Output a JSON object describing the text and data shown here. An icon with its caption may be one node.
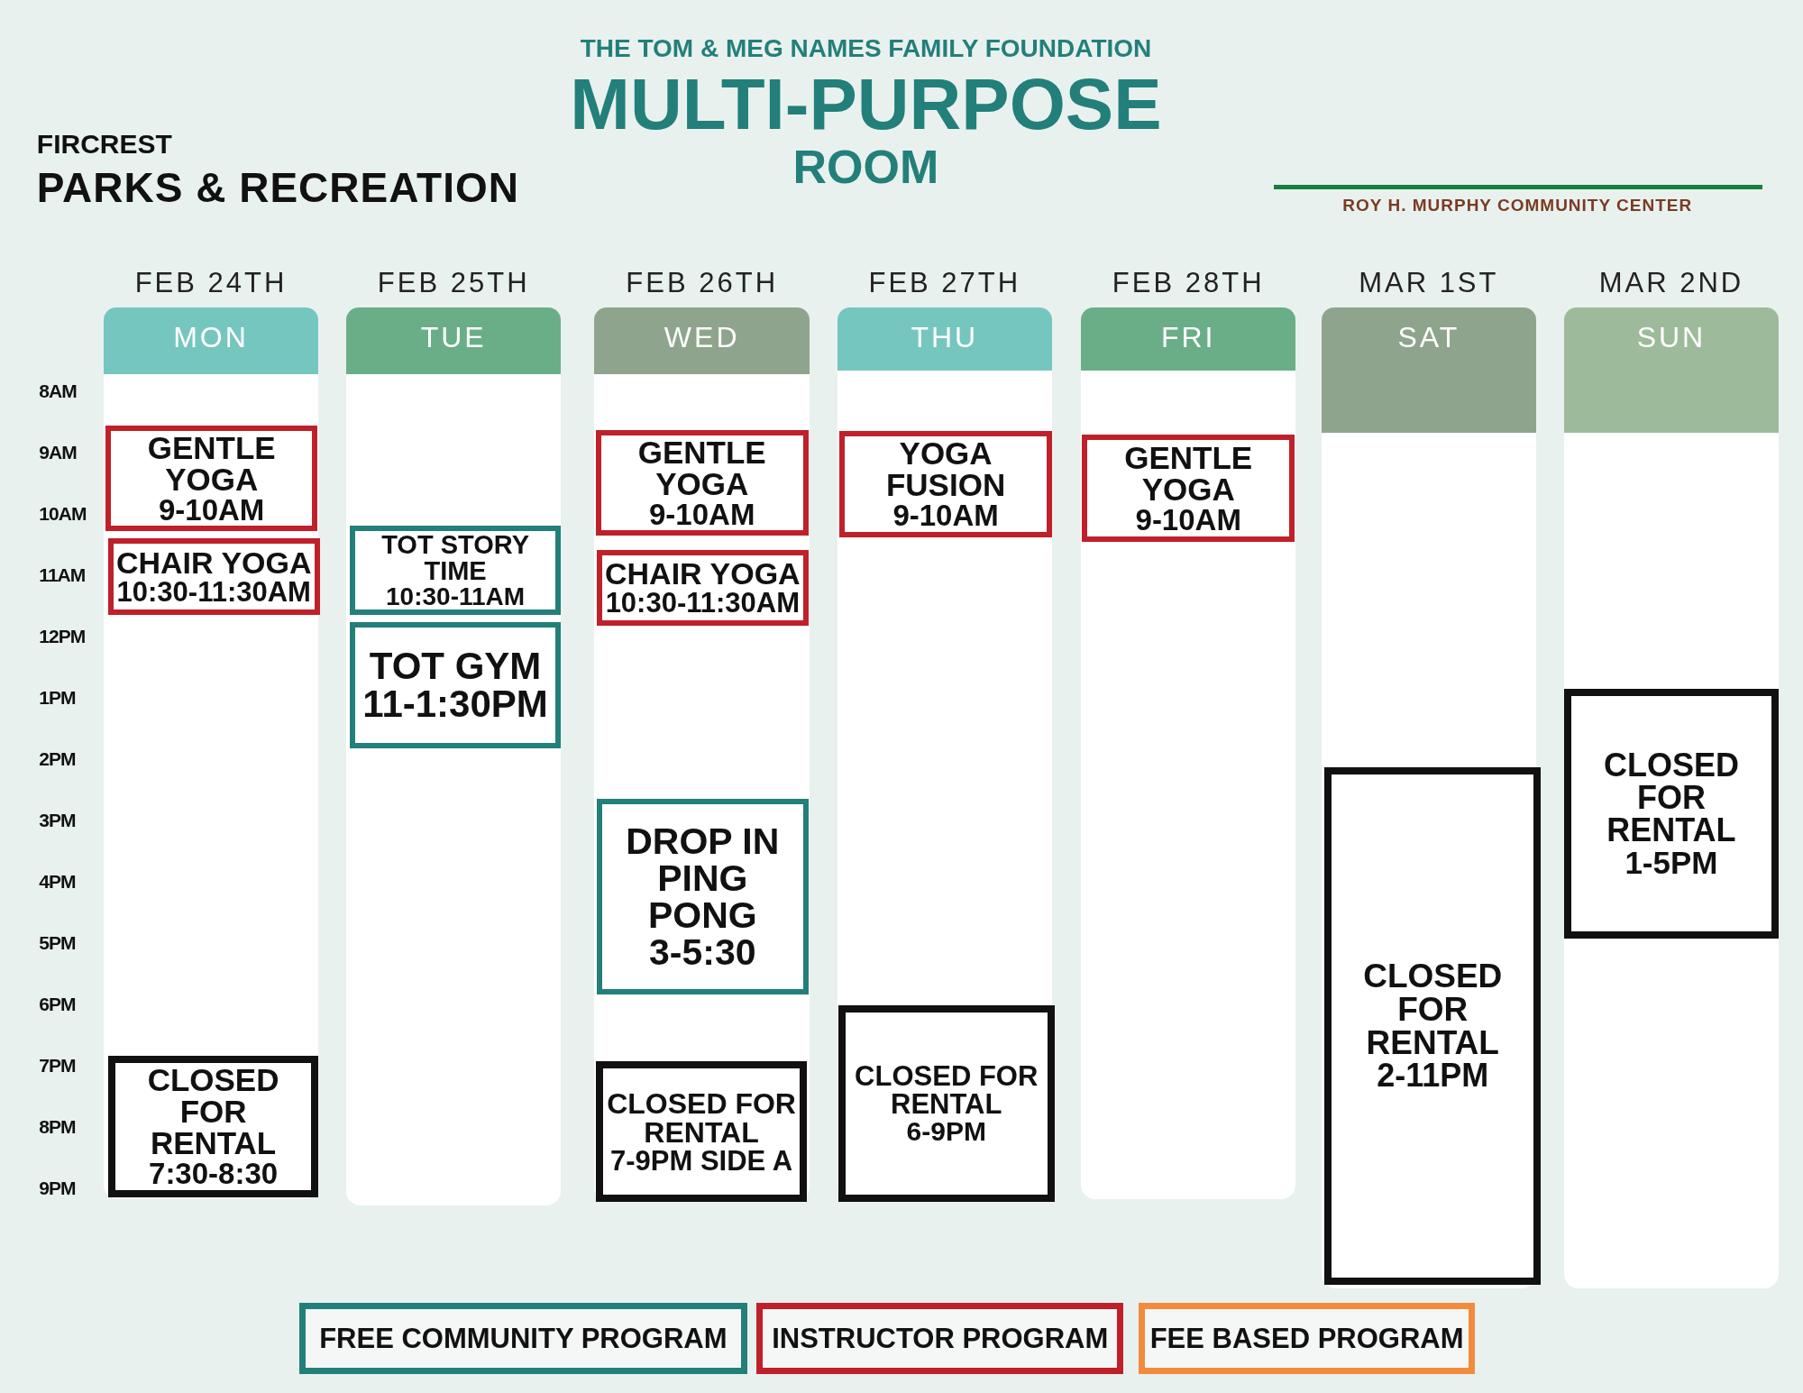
{
  "diagram": {
    "title": "MULTI-PURPOSE ROOM",
    "nodes": [
      {
        "text": [
          "FEB 24TH",
          "MON"
        ]
      },
      {
        "text": [
          "GENTLE YOGA",
          "9-10AM"
        ],
        "in": 0
      },
      {
        "text": [
          "CHAIR YOGA",
          "10:30-11:30AM"
        ],
        "in": 0
      },
      {
        "text": [
          "CLOSED FOR RENTAL",
          "7:30-8:30"
        ],
        "in": 0
      },
      {
        "text": [
          "FEB 25TH",
          "TUE"
        ]
      },
      {
        "text": [
          "TOT STORY TIME",
          "10:30-11AM"
        ],
        "in": 4
      },
      {
        "text": [
          "TOT GYM",
          "11-1:30PM"
        ],
        "in": 4
      },
      {
        "text": [
          "FEB 26TH",
          "WED"
        ]
      },
      {
        "text": [
          "GENTLE YOGA",
          "9-10AM"
        ],
        "in": 7
      },
      {
        "text": [
          "CHAIR YOGA",
          "10:30-11:30AM"
        ],
        "in": 7
      },
      {
        "text": [
          "DROP IN PING PONG",
          "3-5:30"
        ],
        "in": 7
      },
      {
        "text": [
          "CLOSED FOR RENTAL",
          "7-9PM SIDE A"
        ],
        "in": 7
      },
      {
        "text": [
          "FEB 27TH",
          "THU"
        ]
      },
      {
        "text": [
          "YOGA FUSION",
          "9-10AM"
        ],
        "in": 12
      },
      {
        "text": [
          "CLOSED FOR RENTAL",
          "6-9PM"
        ],
        "in": 12
      },
      {
        "text": [
          "FEB 28TH",
          "FRI"
        ]
      },
      {
        "text": [
          "GENTLE YOGA",
          "9-10AM"
        ],
        "in": 15
      },
      {
        "text": [
          "MAR 1ST",
          "SAT"
        ]
      },
      {
        "text": [
          "CLOSED FOR RENTAL",
          "2-11PM"
        ],
        "in": 17
      },
      {
        "text": [
          "MAR 2ND",
          "SUN"
        ]
      },
      {
        "text": [
          "CLOSED FOR RENTAL",
          "1-5PM"
        ],
        "in": 19
      }
    ],
    "labels": [
      "FIRCREST",
      "PARKS & RECREATION",
      "THE TOM & MEG NAMES FAMILY FOUNDATION",
      "ROY H. MURPHY COMMUNITY CENTER",
      "8AM",
      "9AM",
      "10AM",
      "11AM",
      "12PM",
      "1PM",
      "2PM",
      "3PM",
      "4PM",
      "5PM",
      "6PM",
      "7PM",
      "8PM",
      "9PM"
    ],
    "legend": [
      {
        "text": "FREE COMMUNITY PROGRAM",
        "color": "#237f7a"
      },
      {
        "text": "INSTRUCTOR PROGRAM",
        "color": "#c0202a"
      },
      {
        "text": "FEE BASED PROGRAM",
        "color": "#f28c3c"
      }
    ]
  }
}
